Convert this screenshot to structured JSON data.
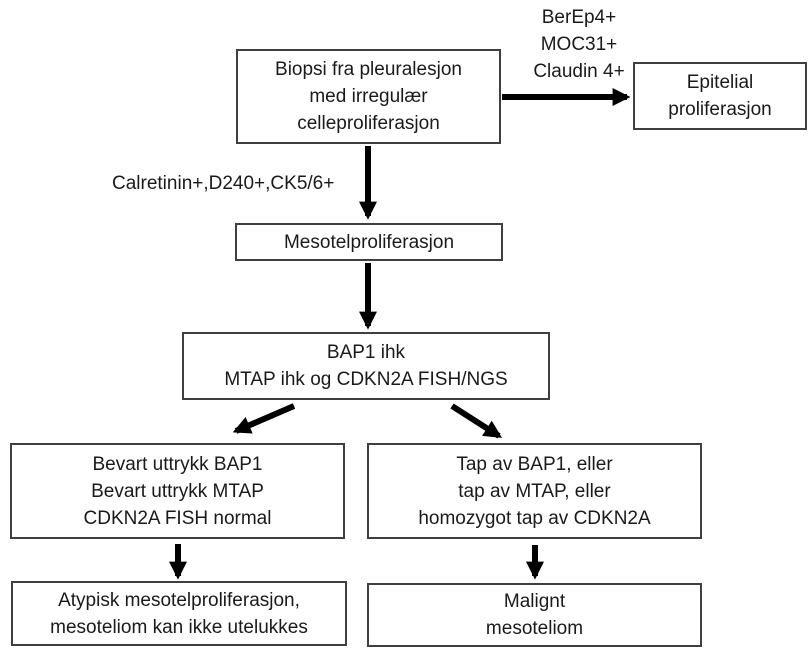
{
  "nodes": {
    "biopsi": "Biopsi fra pleuralesjon\nmed irregulær\ncelleproliferasjon",
    "epitelial": "Epitelial\nproliferasjon",
    "mesotel": "Mesotelproliferasjon",
    "bap1_test": "BAP1 ihk\nMTAP ihk og CDKN2A FISH/NGS",
    "bevart": "Bevart uttrykk BAP1\nBevart uttrykk MTAP\nCDKN2A FISH normal",
    "tap": "Tap av BAP1, eller\ntap av MTAP, eller\nhomozygot tap av CDKN2A",
    "atypisk": "Atypisk mesotelproliferasjon,\nmesoteliom kan ikke utelukkes",
    "malignt": "Malignt\nmesoteliom"
  },
  "labels": {
    "epitelial_markers": "BerEp4+\nMOC31+\nClaudin 4+",
    "mesotel_markers": "Calretinin+,D240+,CK5/6+"
  },
  "colors": {
    "box_border": "#3f3f3f",
    "box_fill": "#ffffff",
    "arrow": "#000000",
    "text": "#1a1a1a",
    "background": "#ffffff"
  }
}
